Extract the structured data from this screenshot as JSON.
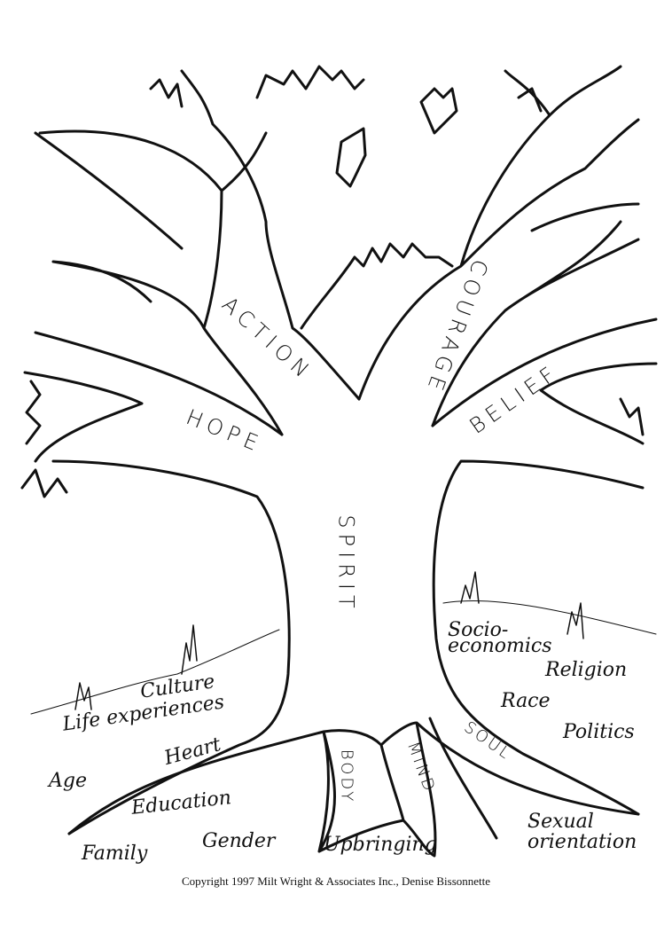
{
  "tree": {
    "branches": [
      "ACTION",
      "HOPE",
      "COURAGE",
      "BELIEF"
    ],
    "trunk": "SPIRIT",
    "roots": [
      "BODY",
      "MIND",
      "SOUL",
      "Heart"
    ],
    "ground_left": [
      "Culture",
      "Life experiences",
      "Age",
      "Education",
      "Family",
      "Gender"
    ],
    "ground_right": [
      "Socio-",
      "economics",
      "Religion",
      "Race",
      "Politics",
      "Sexual",
      "orientation"
    ],
    "ground_center": "Upbringing"
  },
  "copyright": "Copyright 1997 Milt Wright & Associates Inc., Denise Bissonnette"
}
